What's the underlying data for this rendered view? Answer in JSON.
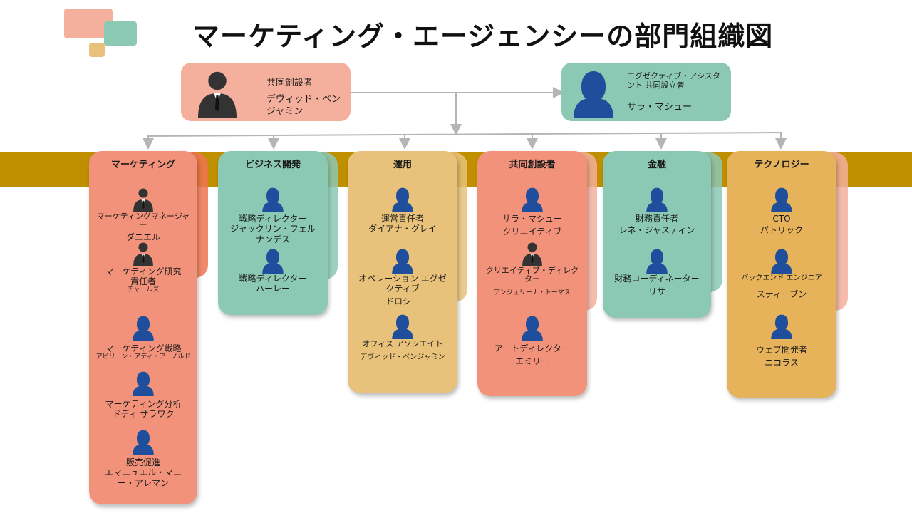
{
  "title": "マーケティング・エージェンシーの部門組織図",
  "colors": {
    "salmon": "#f4b09c",
    "teal": "#8cc9b4",
    "gold": "#e8c27a",
    "band": "#bf8f00",
    "orange": "#f08e72",
    "silhouette_blue": "#1f4e9c",
    "silhouette_dark": "#333333"
  },
  "leaders": [
    {
      "role": "共同創設者",
      "name": "デヴィッド・ベンジャミン"
    },
    {
      "role": "エグゼクティブ・アシスタント 共同設立者",
      "name": "サラ・マシュー"
    }
  ],
  "departments": [
    {
      "name": "マーケティング",
      "people": [
        {
          "icon": "male-silhouette-icon",
          "role": "マーケティングマネージャー",
          "name": "ダニエル"
        },
        {
          "icon": "male-silhouette-icon",
          "role": "マーケティング研究責任者",
          "name": "チャールズ"
        },
        {
          "icon": "female-silhouette-icon",
          "role": "マーケティング戦略",
          "name": "アビリーン・アディ・アーノルド"
        },
        {
          "icon": "female-silhouette-icon",
          "role": "マーケティング分析",
          "name": "ドディ サラワク"
        },
        {
          "icon": "female-silhouette-icon",
          "role": "販売促進",
          "name": "エマニュエル・マニー・アレマン"
        }
      ]
    },
    {
      "name": "ビジネス開発",
      "people": [
        {
          "icon": "female-silhouette-icon",
          "role": "戦略ディレクター",
          "name": "ジャックリン・フェルナンデス"
        },
        {
          "icon": "female-silhouette-icon",
          "role": "戦略ディレクター",
          "name": "ハーレー"
        }
      ]
    },
    {
      "name": "運用",
      "people": [
        {
          "icon": "female-silhouette-icon",
          "role": "運営責任者",
          "name": "ダイアナ・グレイ"
        },
        {
          "icon": "female-silhouette-icon",
          "role": "オペレーション エグゼクティブ",
          "name": "ドロシー"
        },
        {
          "icon": "female-silhouette-icon",
          "role": "オフィス アソシエイト",
          "name": "デヴィッド・ベンジャミン"
        }
      ]
    },
    {
      "name": "共同創設者",
      "people": [
        {
          "icon": "female-silhouette-icon",
          "role": "サラ・マシュー",
          "name": "クリエイティブ"
        },
        {
          "icon": "male-silhouette-icon",
          "role": "クリエイティブ・ディレクター",
          "name": "アンジェリーナ・トーマス"
        },
        {
          "icon": "female-silhouette-icon",
          "role": "アートディレクター",
          "name": "エミリー"
        }
      ]
    },
    {
      "name": "金融",
      "people": [
        {
          "icon": "female-silhouette-icon",
          "role": "財務責任者",
          "name": "レネ・ジャスティン"
        },
        {
          "icon": "female-silhouette-icon",
          "role": "財務コーディネーター",
          "name": "リサ"
        }
      ]
    },
    {
      "name": "テクノロジー",
      "people": [
        {
          "icon": "female-silhouette-icon",
          "role": "CTO",
          "name": "パトリック"
        },
        {
          "icon": "female-silhouette-icon",
          "role": "バックエンド エンジニア",
          "name": "スティーブン"
        },
        {
          "icon": "female-silhouette-icon",
          "role": "ウェブ開発者",
          "name": "ニコラス"
        }
      ]
    }
  ]
}
